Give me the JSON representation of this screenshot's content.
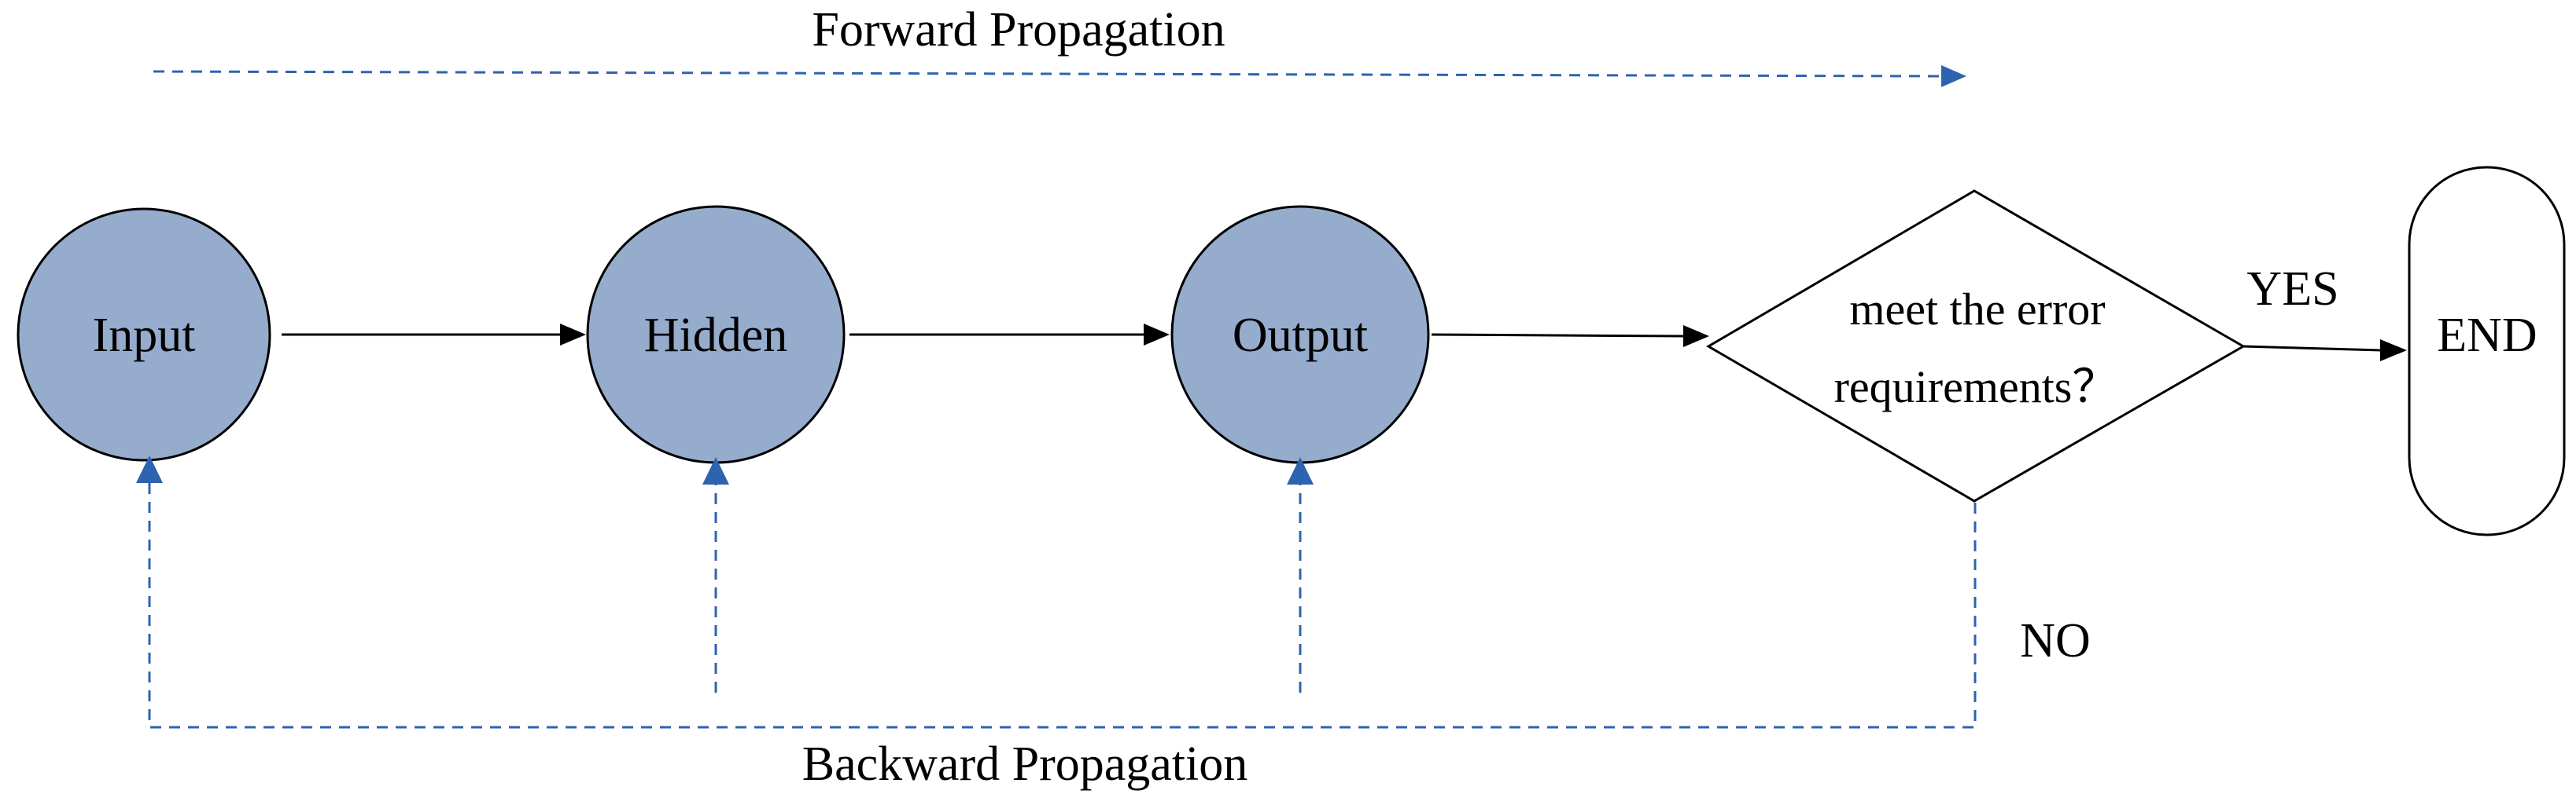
{
  "labels": {
    "forward": "Forward Propagation",
    "backward": "Backward Propagation",
    "input": "Input",
    "hidden": "Hidden",
    "output": "Output",
    "decision_line1": "meet the error",
    "decision_line2": "requirements？",
    "yes": "YES",
    "no": "NO",
    "end": "END"
  },
  "colors": {
    "node_fill": "#95ACCD",
    "dashed_arrow": "#2E63B0",
    "stroke": "#000000"
  }
}
